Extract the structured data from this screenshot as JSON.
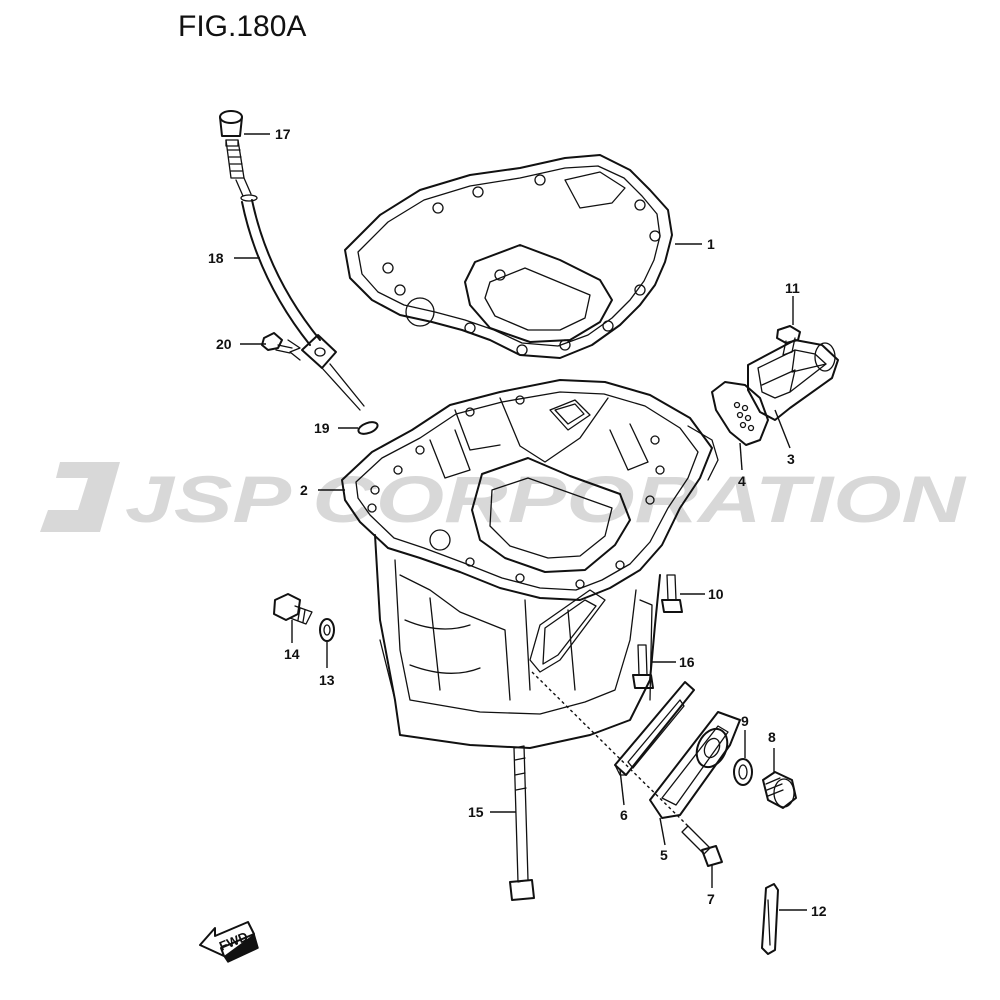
{
  "figure": {
    "title": "FIG.180A",
    "watermark": "JSP CORPORATION",
    "fwd_label": "FWD",
    "line_color": "#111111",
    "watermark_color": "#d8d8d8"
  },
  "callouts": [
    {
      "id": "1",
      "label": "1"
    },
    {
      "id": "2",
      "label": "2"
    },
    {
      "id": "3",
      "label": "3"
    },
    {
      "id": "4",
      "label": "4"
    },
    {
      "id": "5",
      "label": "5"
    },
    {
      "id": "6",
      "label": "6"
    },
    {
      "id": "7",
      "label": "7"
    },
    {
      "id": "8",
      "label": "8"
    },
    {
      "id": "9",
      "label": "9"
    },
    {
      "id": "10",
      "label": "10"
    },
    {
      "id": "11",
      "label": "11"
    },
    {
      "id": "12",
      "label": "12"
    },
    {
      "id": "13",
      "label": "13"
    },
    {
      "id": "14",
      "label": "14"
    },
    {
      "id": "15",
      "label": "15"
    },
    {
      "id": "16",
      "label": "16"
    },
    {
      "id": "17",
      "label": "17"
    },
    {
      "id": "18",
      "label": "18"
    },
    {
      "id": "19",
      "label": "19"
    },
    {
      "id": "20",
      "label": "20"
    }
  ]
}
